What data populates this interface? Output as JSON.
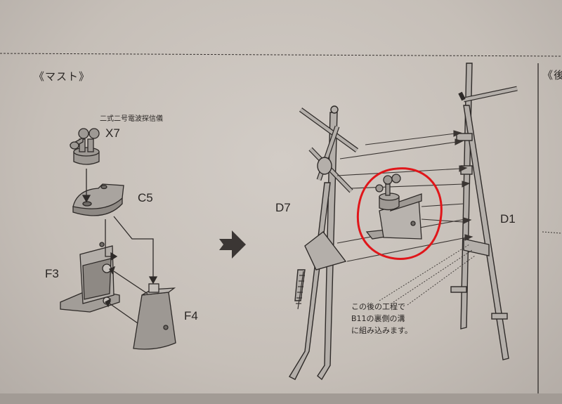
{
  "section_left": "《マスト》",
  "section_right": "《後",
  "equipment_caption": "二式二号電波探信儀",
  "parts": {
    "x7": "X7",
    "c5": "C5",
    "f3": "F3",
    "f4": "F4",
    "d7": "D7",
    "d1": "D1"
  },
  "note_lines": "この後の工程で\nB11の裏側の溝\nに組み込みます。",
  "highlight_color": "#e0161a"
}
